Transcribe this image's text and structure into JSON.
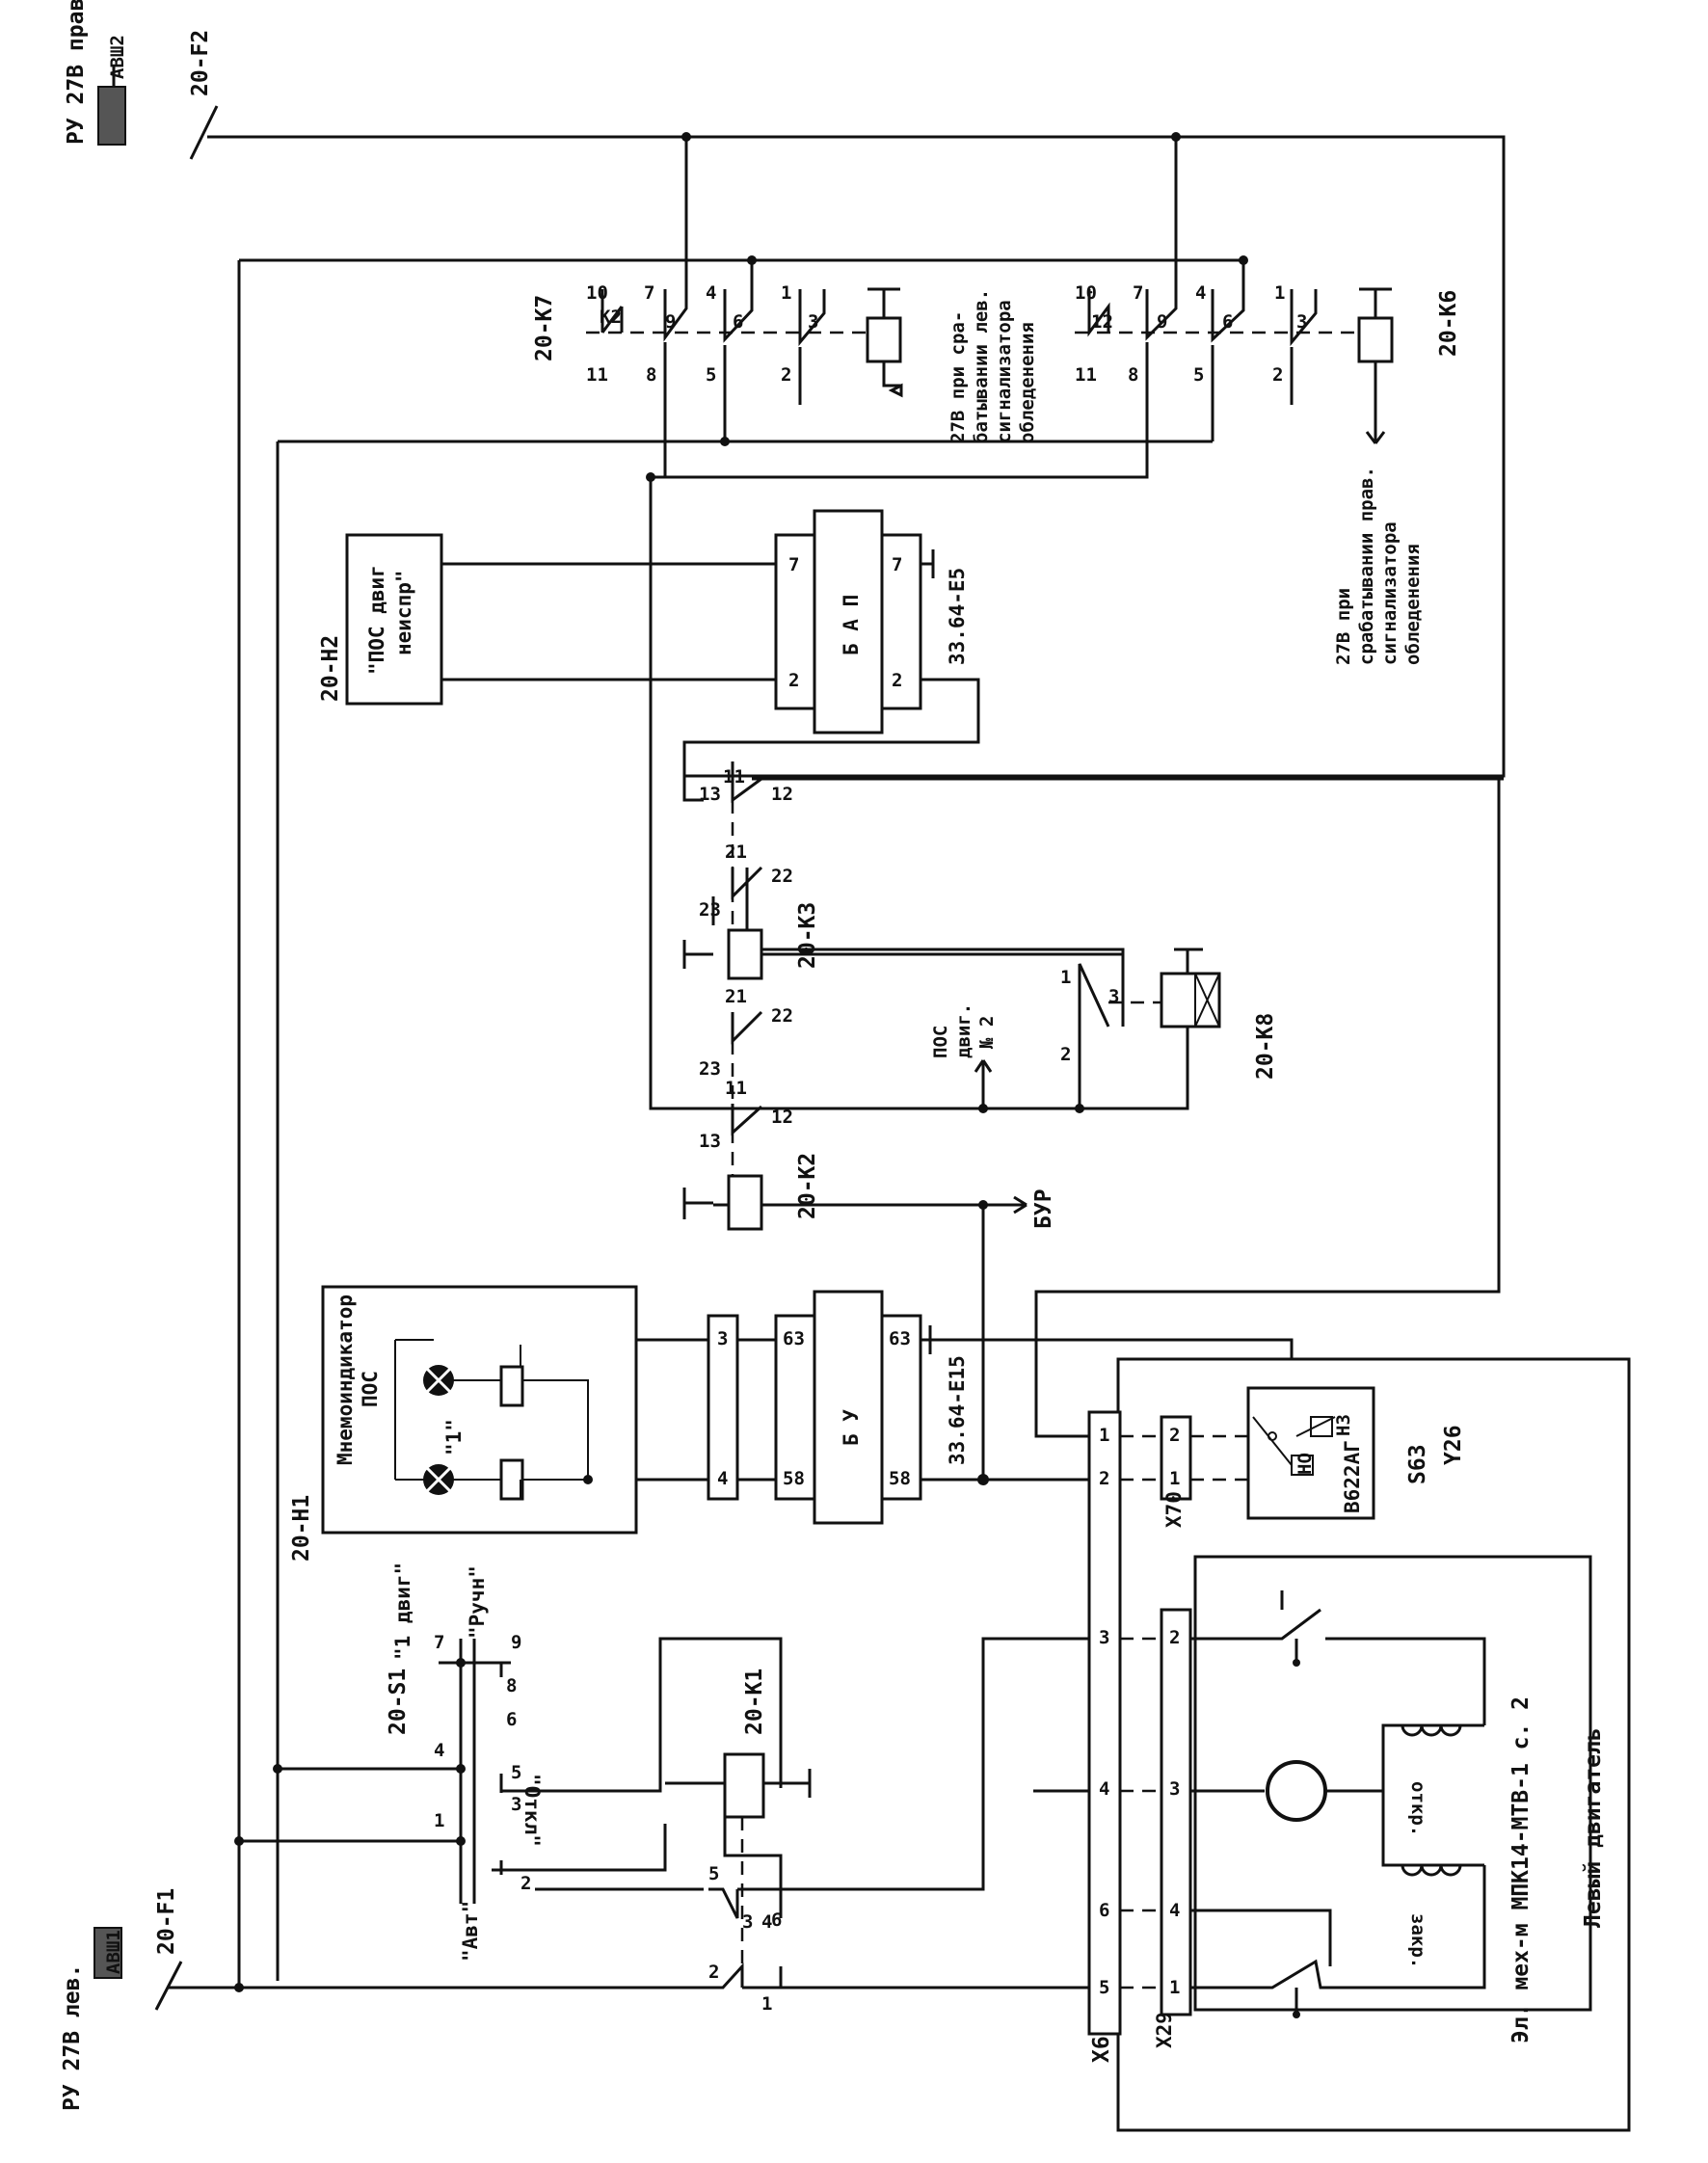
{
  "supplies": {
    "right": {
      "bus": "РУ 27В прав.",
      "panel": "АВШ2",
      "breaker": "20-F2"
    },
    "left": {
      "bus": "РУ 27В лев.",
      "panel": "АВШ1",
      "breaker": "20-F1"
    }
  },
  "relays": {
    "k7": {
      "name": "20-K7",
      "contacts": [
        "10",
        "K2",
        "11",
        "7",
        "9",
        "8",
        "4",
        "6",
        "5",
        "1",
        "3",
        "2"
      ]
    },
    "k6": {
      "name": "20-K6",
      "contacts": [
        "10",
        "12",
        "11",
        "7",
        "9",
        "8",
        "4",
        "6",
        "5",
        "1",
        "3",
        "2"
      ]
    },
    "k3": {
      "name": "20-K3",
      "pins": [
        "13",
        "11",
        "12",
        "21",
        "22",
        "23"
      ]
    },
    "k2": {
      "name": "20-K2",
      "pins": [
        "13",
        "11",
        "12",
        "21",
        "22",
        "23"
      ]
    },
    "k8": {
      "name": "20-K8",
      "pins": [
        "1",
        "3",
        "2"
      ]
    },
    "k1": {
      "name": "20-K1",
      "pins": [
        "5",
        "6",
        "2",
        "3",
        "4",
        "1"
      ]
    }
  },
  "notes": {
    "left_icing": [
      "27В при сра-",
      "батывании лев.",
      "сигнализатора",
      "обледенения"
    ],
    "right_icing": [
      "27В при",
      "срабатывании прав.",
      "сигнализатора",
      "обледенения"
    ],
    "pos_engine2": [
      "ПОС",
      "двиг.",
      "№ 2"
    ],
    "bur": "БУР"
  },
  "units": {
    "h2": {
      "name": "20-H2",
      "text": [
        "\"ПОС двиг",
        "неиспр\""
      ]
    },
    "bap": {
      "name": "Б А П",
      "ref": "33.64-E5",
      "pins": [
        "7",
        "2"
      ]
    },
    "bu": {
      "name": "Б   У",
      "ref": "33.64-E15",
      "pins": [
        "63",
        "58"
      ]
    },
    "h1": {
      "name": "20-H1",
      "title": [
        "Мнемоиндикатор",
        "ПОС"
      ],
      "lamp": "\"1\"",
      "terminals": [
        "3",
        "4"
      ]
    }
  },
  "switch_s1": {
    "name": "20-S1",
    "positions": [
      "\"1 двиг\"",
      "\"Ручн\"",
      "\"Откл\"",
      "\"Авт\""
    ],
    "pins": [
      "7",
      "9",
      "4",
      "6",
      "8",
      "1",
      "3",
      "5",
      "2"
    ]
  },
  "connectors": {
    "x6": {
      "name": "X6",
      "pins": [
        "1",
        "2",
        "3",
        "4",
        "6",
        "5"
      ]
    },
    "x70": {
      "name": "X70",
      "pins": [
        "2",
        "1"
      ]
    },
    "x29": {
      "name": "X29",
      "pins": [
        "2",
        "3",
        "4",
        "1"
      ]
    }
  },
  "sensor": {
    "name": "S63",
    "model": "В622АГ",
    "contacts": [
      "НЗ",
      "НО"
    ]
  },
  "actuator": {
    "name": "Y26",
    "title": "Эл. мех-м МПК14-МТВ-1  с. 2",
    "subtitle": "Левый двигатель",
    "windings": [
      "откр.",
      "закр."
    ]
  }
}
